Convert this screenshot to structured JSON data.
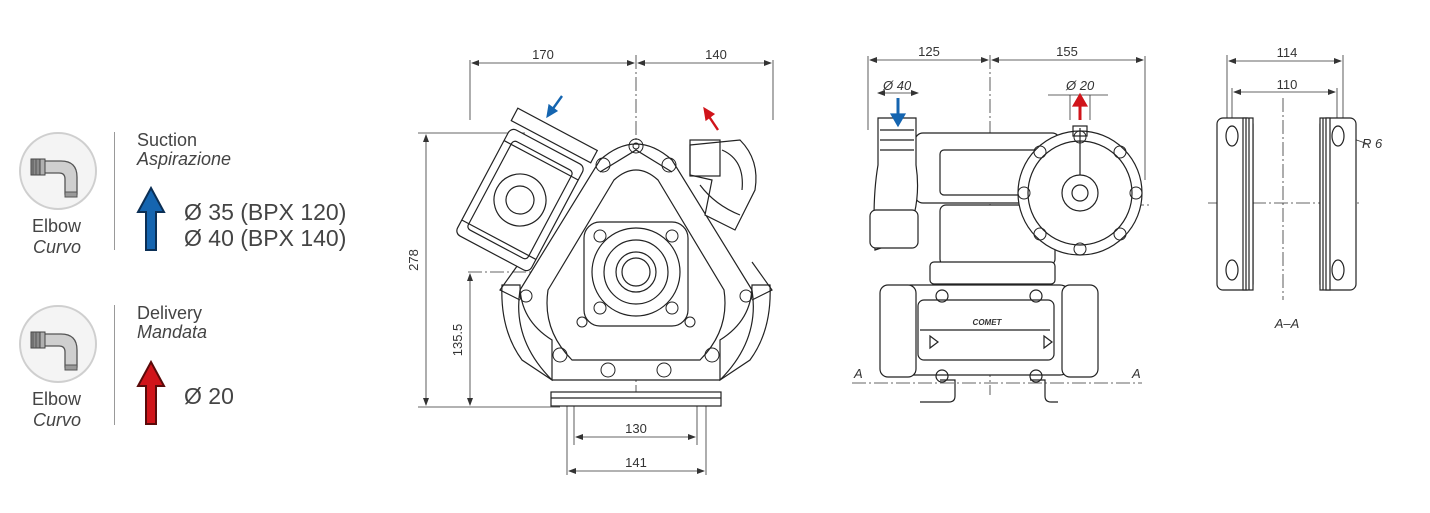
{
  "legend": {
    "suction": {
      "icon_label": "Elbow",
      "icon_label_it": "Curvo",
      "title": "Suction",
      "title_it": "Aspirazione",
      "line1": "Ø 35 (BPX 120)",
      "line2": "Ø 40 (BPX 140)",
      "arrow_color": "#1565b0"
    },
    "delivery": {
      "icon_label": "Elbow",
      "icon_label_it": "Curvo",
      "title": "Delivery",
      "title_it": "Mandata",
      "line1": "Ø 20",
      "arrow_color": "#d0141a"
    }
  },
  "front_view": {
    "dim_top_left": "170",
    "dim_top_right": "140",
    "dim_height": "278",
    "dim_center_height": "135.5",
    "dim_base_inner": "130",
    "dim_base_outer": "141"
  },
  "side_view": {
    "dim_top_left": "125",
    "dim_top_right": "155",
    "dim_suction": "Ø 40",
    "dim_delivery": "Ø 20",
    "section_left": "A",
    "section_right": "A",
    "logo_text": "COMET"
  },
  "section_view": {
    "dim_outer": "114",
    "dim_inner": "110",
    "radius": "R 6",
    "caption": "A–A"
  }
}
